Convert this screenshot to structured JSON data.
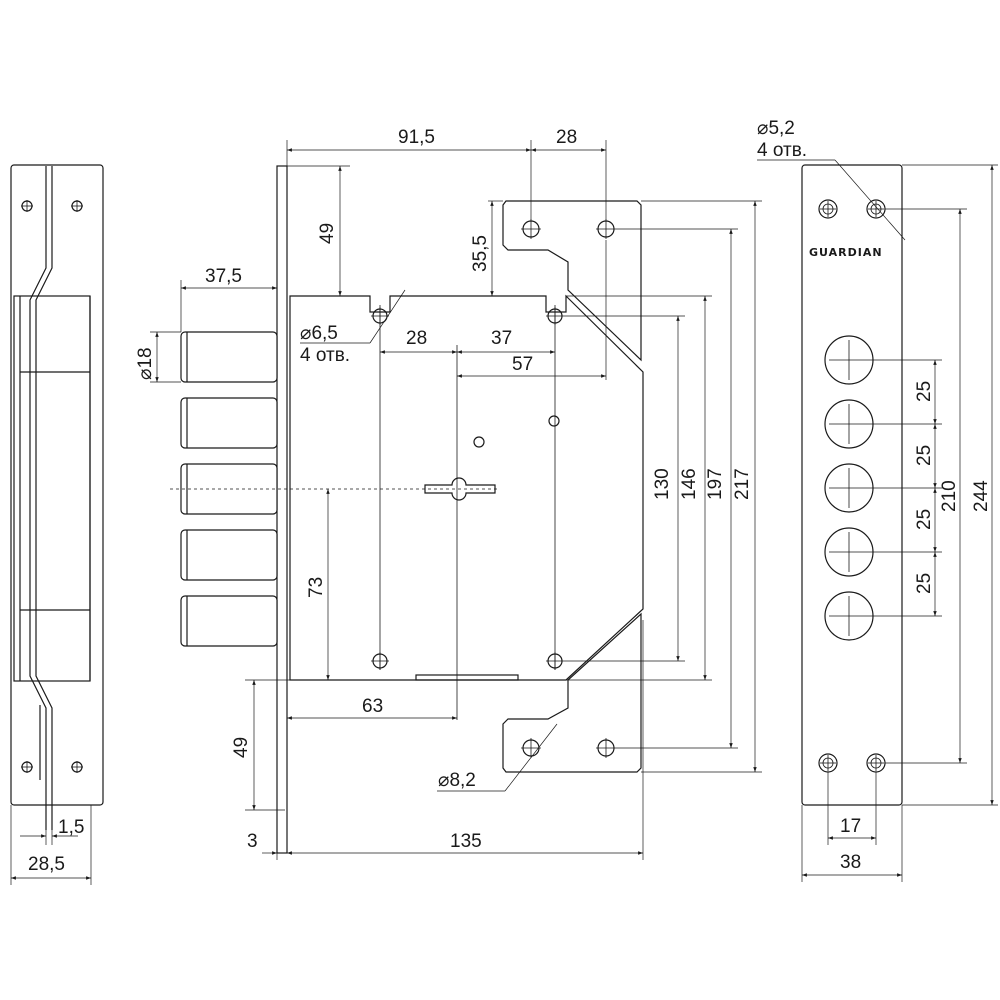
{
  "brand": "GUARDIAN",
  "dimensions": {
    "d_91_5": "91,5",
    "d_28_top": "28",
    "d_49_top": "49",
    "d_35_5": "35,5",
    "d_37_5": "37,5",
    "d_dia18": "⌀18",
    "d_dia6_5": "⌀6,5",
    "holes_4": "4 отв.",
    "d_28_inner": "28",
    "d_37": "37",
    "d_57": "57",
    "d_130": "130",
    "d_146": "146",
    "d_197": "197",
    "d_217": "217",
    "d_73": "73",
    "d_63": "63",
    "d_49_bottom": "49",
    "d_dia8_2": "⌀8,2",
    "d_3": "3",
    "d_135": "135",
    "d_1_5": "1,5",
    "d_28_5": "28,5",
    "d_dia5_2": "⌀5,2",
    "holes_4_right": "4 отв.",
    "d_25_a": "25",
    "d_25_b": "25",
    "d_25_c": "25",
    "d_25_d": "25",
    "d_210": "210",
    "d_244": "244",
    "d_17": "17",
    "d_38": "38"
  }
}
